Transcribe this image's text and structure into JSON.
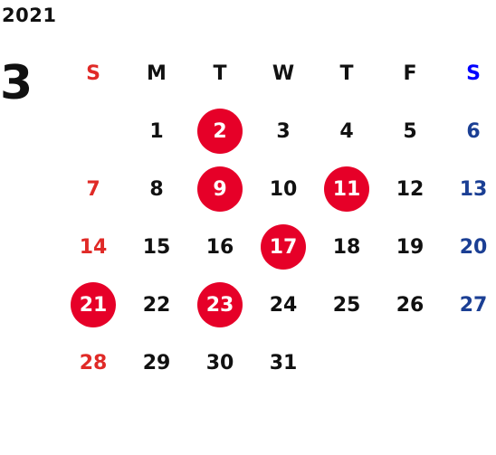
{
  "year": "2021",
  "month": "3",
  "weekdays": [
    "S",
    "M",
    "T",
    "W",
    "T",
    "F",
    "S"
  ],
  "colors": {
    "sunday": "#e02a27",
    "saturday": "#1b3f94",
    "saturday_header": "#0000ff",
    "highlight": "#e60028"
  },
  "weeks": [
    [
      "",
      "1",
      "2",
      "3",
      "4",
      "5",
      "6"
    ],
    [
      "7",
      "8",
      "9",
      "10",
      "11",
      "12",
      "13"
    ],
    [
      "14",
      "15",
      "16",
      "17",
      "18",
      "19",
      "20"
    ],
    [
      "21",
      "22",
      "23",
      "24",
      "25",
      "26",
      "27"
    ],
    [
      "28",
      "29",
      "30",
      "31",
      "",
      "",
      ""
    ]
  ],
  "highlighted_days": [
    "2",
    "9",
    "11",
    "17",
    "21",
    "23"
  ]
}
